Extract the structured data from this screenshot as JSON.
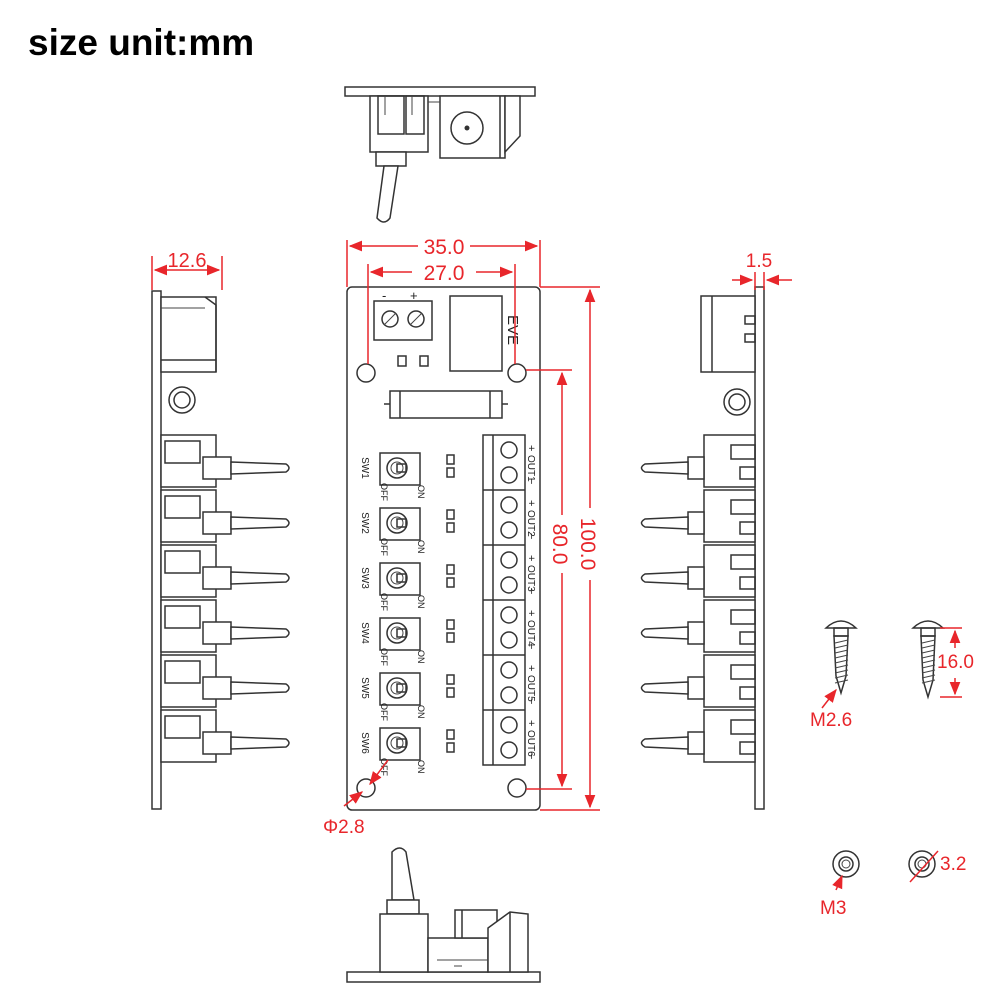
{
  "title": "size unit:mm",
  "dimensions": {
    "width_outer": "35.0",
    "width_holes": "27.0",
    "length_holes": "80.0",
    "length_outer": "100.0",
    "side_height": "12.6",
    "thickness": "1.5",
    "hole_diameter": "Φ2.8",
    "screw_length": "16.0",
    "screw_size": "M2.6",
    "washer_size": "M3",
    "washer_inner": "3.2"
  },
  "board": {
    "brand": "EVE",
    "input_minus": "-",
    "input_plus": "+",
    "switches": [
      {
        "name": "SW1",
        "off": "OFF",
        "on": "ON",
        "out": "OUT1",
        "plus": "+",
        "minus": "−"
      },
      {
        "name": "SW2",
        "off": "OFF",
        "on": "ON",
        "out": "OUT2",
        "plus": "+",
        "minus": "−"
      },
      {
        "name": "SW3",
        "off": "OFF",
        "on": "ON",
        "out": "OUT3",
        "plus": "+",
        "minus": "−"
      },
      {
        "name": "SW4",
        "off": "OFF",
        "on": "ON",
        "out": "OUT4",
        "plus": "+",
        "minus": "−"
      },
      {
        "name": "SW5",
        "off": "OFF",
        "on": "ON",
        "out": "OUT5",
        "plus": "+",
        "minus": "−"
      },
      {
        "name": "SW6",
        "off": "OFF",
        "on": "ON",
        "out": "OUT6",
        "plus": "+",
        "minus": "−"
      }
    ]
  },
  "colors": {
    "dimension": "#e8262b",
    "outline": "#333333"
  }
}
